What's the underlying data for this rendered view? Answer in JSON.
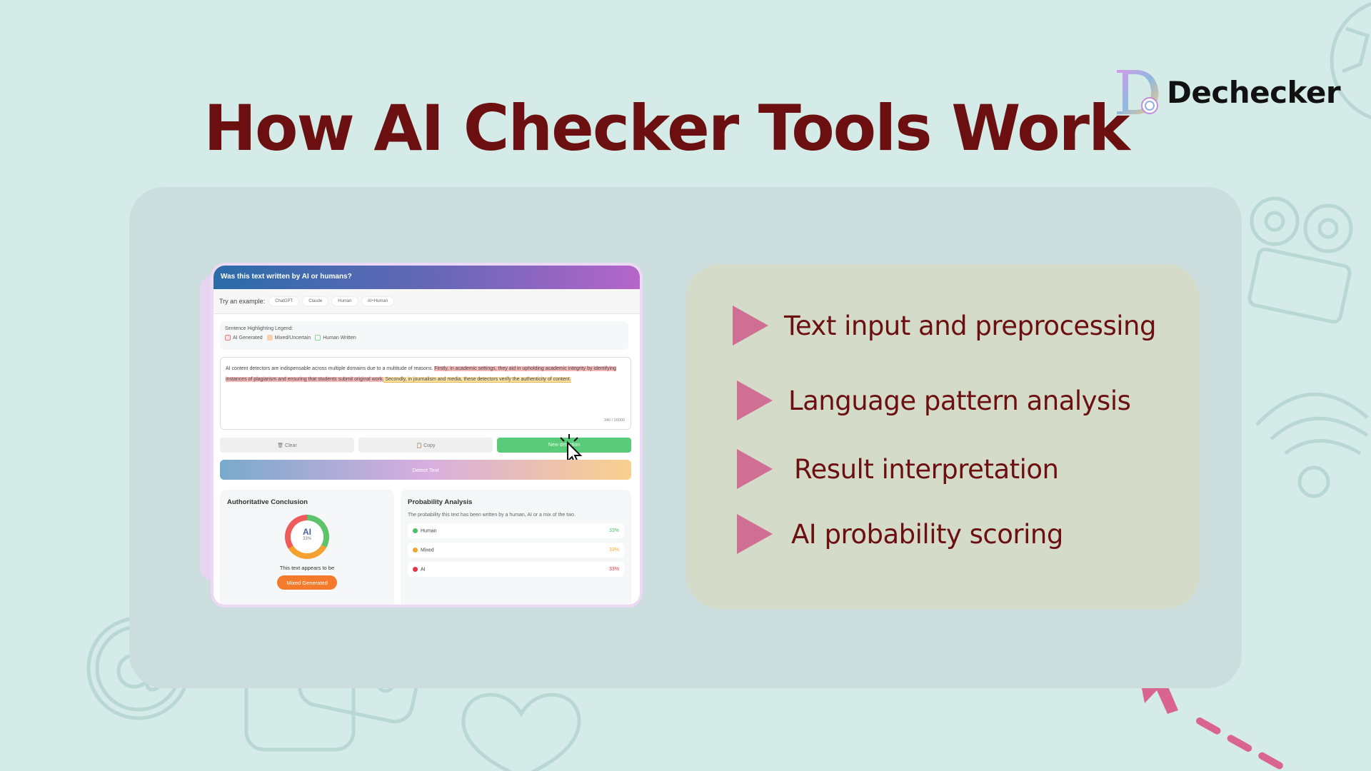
{
  "slide": {
    "title": "How AI Checker Tools Work",
    "brand": "Dechecker",
    "bullets": [
      "Text input and preprocessing",
      "Language pattern analysis",
      "Result interpretation",
      "AI probability scoring"
    ]
  },
  "app": {
    "header": "Was this text written by AI or humans?",
    "examples_label": "Try an example:",
    "examples": [
      "ChatGPT",
      "Claude",
      "Human",
      "AI+Human"
    ],
    "legend_title": "Sentence Highlighting Legend:",
    "legend": [
      "AI Generated",
      "Mixed/Uncertain",
      "Human Written"
    ],
    "text_plain": "AI content detectors are indispensable across multiple domains due to a multitude of reasons. ",
    "text_ai": "Firstly, in academic settings, they aid in upholding academic integrity by identifying instances of plagiarism and ensuring that students submit original work.",
    "text_mixed": " Secondly, in journalism and media, these detectors verify the authenticity of content.",
    "char_count": "340 / 20000",
    "buttons": {
      "clear": "🗑 Clear",
      "copy": "📋 Copy",
      "new": "New detection",
      "detect": "Detect Text"
    },
    "conclusion": {
      "title": "Authoritative Conclusion",
      "donut_label": "AI",
      "donut_value": "33%",
      "appears": "This text appears to be",
      "verdict": "Mixed Generated"
    },
    "probability": {
      "title": "Probability Analysis",
      "desc": "The probability this text has been written by a human, AI or a mix of the two.",
      "rows": [
        {
          "label": "Human",
          "value": "33%",
          "color": "#4cbf6a"
        },
        {
          "label": "Mixed",
          "value": "33%",
          "color": "#f0a531"
        },
        {
          "label": "AI",
          "value": "33%",
          "color": "#e0364a"
        }
      ]
    }
  },
  "colors": {
    "title": "#6b0f10",
    "accent": "#d06f94",
    "background": "#d5ebe8"
  }
}
